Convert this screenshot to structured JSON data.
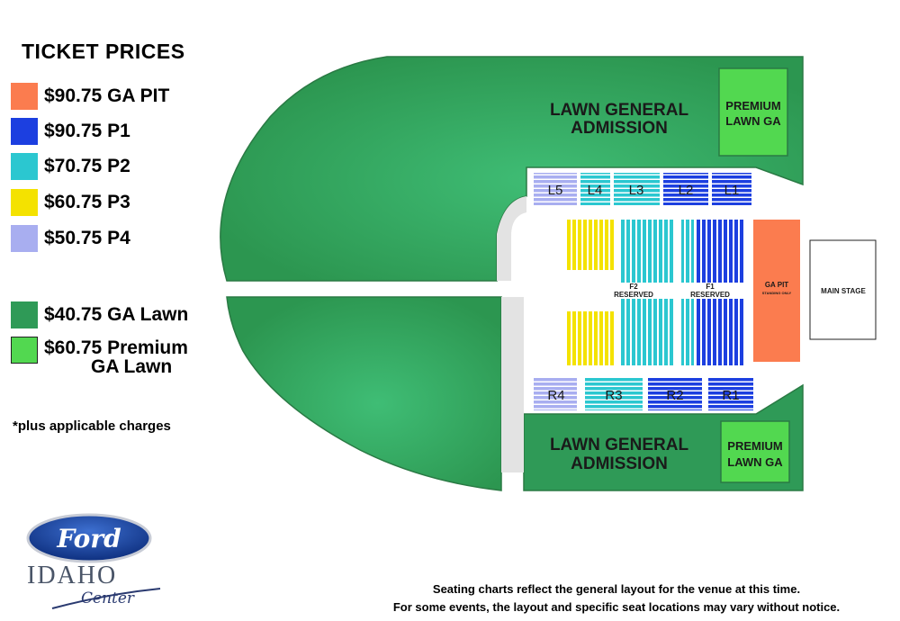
{
  "legend": {
    "title": "TICKET PRICES",
    "items": [
      {
        "label": "$90.75 GA PIT",
        "color": "#fb7c4f"
      },
      {
        "label": "$90.75 P1",
        "color": "#1c3fe0"
      },
      {
        "label": "$70.75 P2",
        "color": "#2bc7d0"
      },
      {
        "label": "$60.75 P3",
        "color": "#f4e200"
      },
      {
        "label": "$50.75 P4",
        "color": "#a8aef0"
      },
      {
        "label": "$40.75 GA Lawn",
        "color": "#2f9a57"
      },
      {
        "label_line1": "$60.75 Premium",
        "label_line2": "GA Lawn",
        "color": "#52d850"
      }
    ]
  },
  "footnote": "*plus applicable charges",
  "map": {
    "lawn_top_label_1": "LAWN GENERAL",
    "lawn_top_label_2": "ADMISSION",
    "lawn_bottom_label_1": "LAWN GENERAL",
    "lawn_bottom_label_2": "ADMISSION",
    "premium_top_1": "PREMIUM",
    "premium_top_2": "LAWN GA",
    "premium_bottom_1": "PREMIUM",
    "premium_bottom_2": "LAWN GA",
    "left_sections": [
      "L5",
      "L4",
      "L3",
      "L2",
      "L1"
    ],
    "right_sections": [
      "R4",
      "R3",
      "R2",
      "R1"
    ],
    "f2_label_1": "F2",
    "f2_label_2": "RESERVED",
    "f1_label_1": "F1",
    "f1_label_2": "RESERVED",
    "ga_pit_label": "GA PIT",
    "ga_pit_sub": "STANDING ONLY",
    "stage_label": "MAIN STAGE"
  },
  "logo": {
    "brand": "Ford",
    "line1": "IDAHO",
    "line2": "Center"
  },
  "disclaimer": {
    "line1": "Seating charts reflect the general layout for the venue at this time.",
    "line2": "For some events, the layout and specific seat locations may vary without notice."
  }
}
